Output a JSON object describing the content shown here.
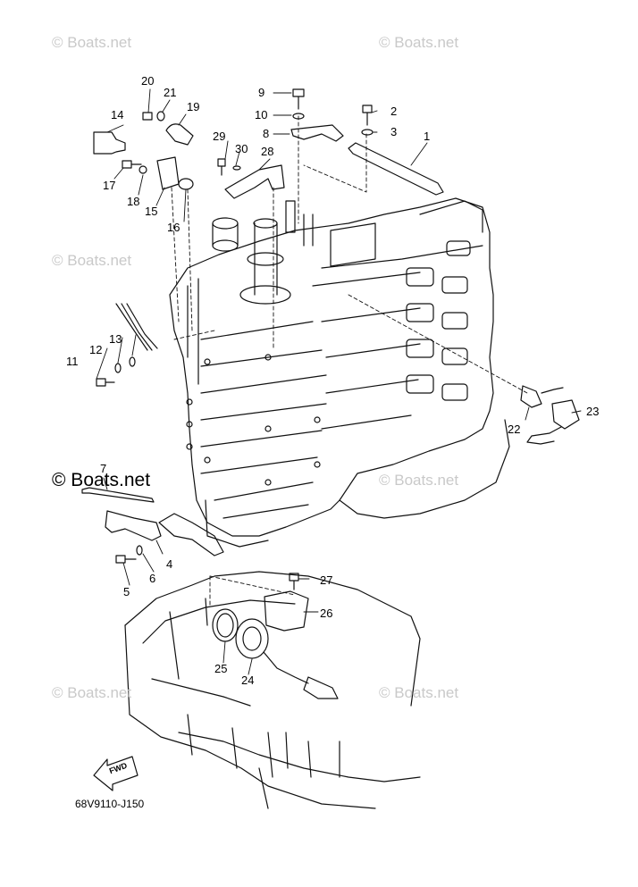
{
  "watermark": {
    "text": "© Boats.net",
    "main_text": "© Boats.net"
  },
  "diagram_code": "68V9110-J150",
  "fwd_label": "FWD",
  "callouts": [
    "1",
    "2",
    "3",
    "4",
    "5",
    "6",
    "7",
    "8",
    "9",
    "10",
    "11",
    "12",
    "13",
    "14",
    "15",
    "16",
    "17",
    "18",
    "19",
    "20",
    "21",
    "22",
    "23",
    "24",
    "25",
    "26",
    "27",
    "28",
    "29",
    "30"
  ]
}
